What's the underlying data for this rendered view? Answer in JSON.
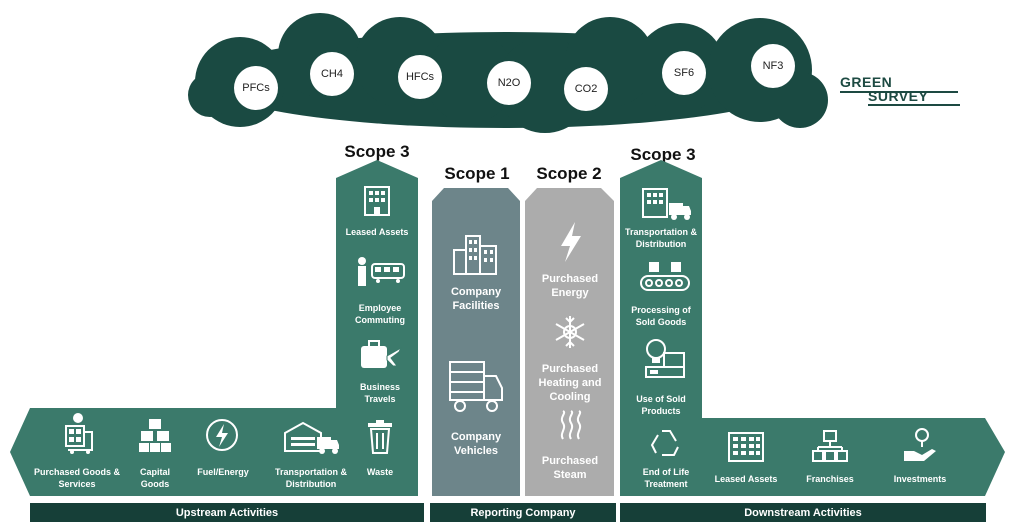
{
  "gases": [
    "PFCs",
    "CH4",
    "HFCs",
    "N2O",
    "CO2",
    "SF6",
    "NF3"
  ],
  "logo": {
    "line1": "GREEN",
    "line2": "SURVEY"
  },
  "scopes": {
    "scope3_upstream": "Scope 3",
    "scope1": "Scope 1",
    "scope2": "Scope 2",
    "scope3_downstream": "Scope 3"
  },
  "upstream_column": [
    "Leased Assets",
    "Employee Commuting",
    "Business Travels"
  ],
  "upstream_row": [
    "Purchased Goods & Services",
    "Capital Goods",
    "Fuel/Energy",
    "Transportation & Distribution",
    "Waste"
  ],
  "scope1_items": [
    "Company Facilities",
    "Company Vehicles"
  ],
  "scope2_items": [
    "Purchased Energy",
    "Purchased Heating and Cooling",
    "Purchased Steam"
  ],
  "downstream_column": [
    "Transportation & Distribution",
    "Processing of Sold Goods",
    "Use of Sold Products"
  ],
  "downstream_row": [
    "End of Life Treatment",
    "Leased Assets",
    "Franchises",
    "Investments"
  ],
  "footer": {
    "upstream": "Upstream Activities",
    "reporting": "Reporting Company",
    "downstream": "Downstream Activities"
  },
  "colors": {
    "teal": "#3b7a6b",
    "dark_teal": "#163f38",
    "cloud": "#1a4a42",
    "slate": "#6d858a",
    "grey": "#acacac"
  }
}
